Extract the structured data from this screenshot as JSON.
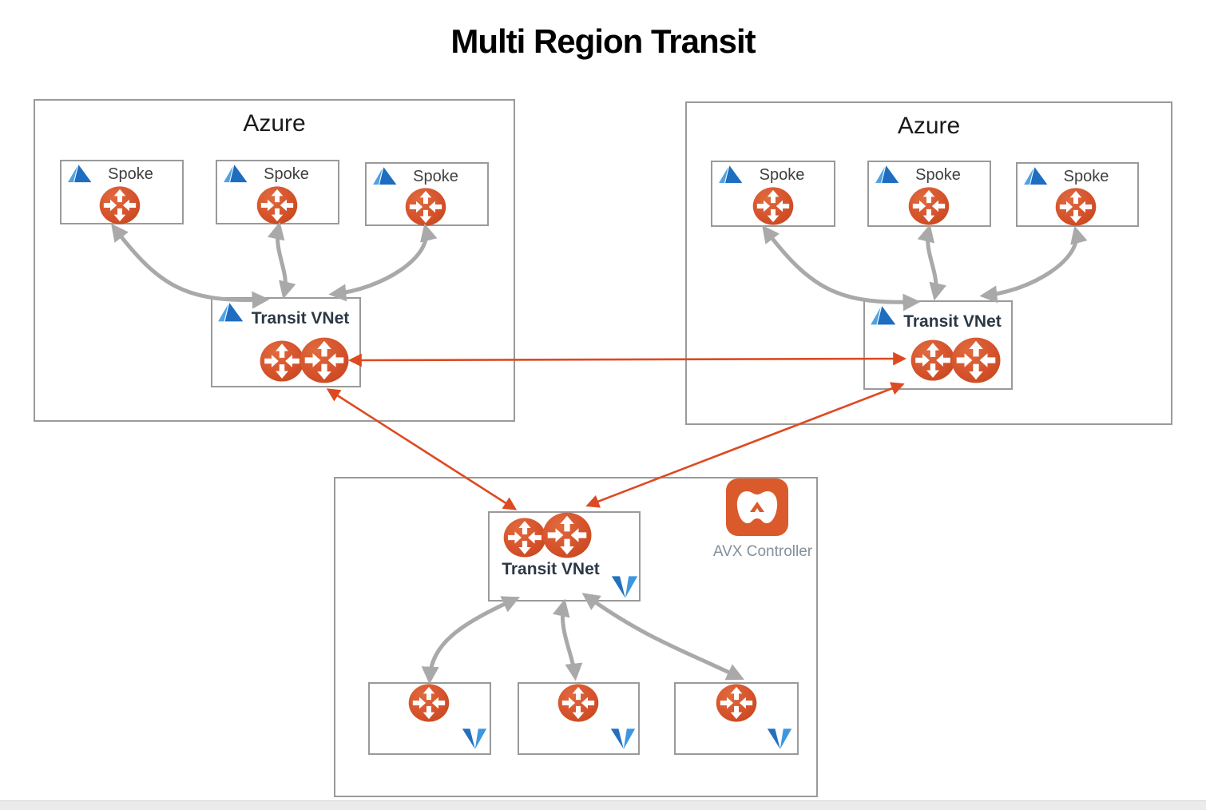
{
  "title": "Multi Region Transit",
  "regions": [
    {
      "label": "Azure",
      "spokes": [
        "Spoke",
        "Spoke",
        "Spoke"
      ],
      "transit_label": "Transit VNet"
    },
    {
      "label": "Azure",
      "spokes": [
        "Spoke",
        "Spoke",
        "Spoke"
      ],
      "transit_label": "Transit VNet"
    }
  ],
  "aviatrix_region": {
    "transit_label": "Transit VNet",
    "controller_label": "AVX Controller",
    "spoke_count": 3
  },
  "icons": {
    "azure": "azure-logo",
    "router": "router-icon",
    "aviatrix": "aviatrix-logo",
    "controller": "avx-controller-icon"
  },
  "colors": {
    "router_orange": "#d4502a",
    "controller_orange": "#db5a2b",
    "red_link": "#dd4a21",
    "gray_link": "#a9a9a9",
    "azure_blue": "#1e6dc0",
    "aviatrix_blue": "#2470bf",
    "border_gray": "#9a9a9a"
  }
}
